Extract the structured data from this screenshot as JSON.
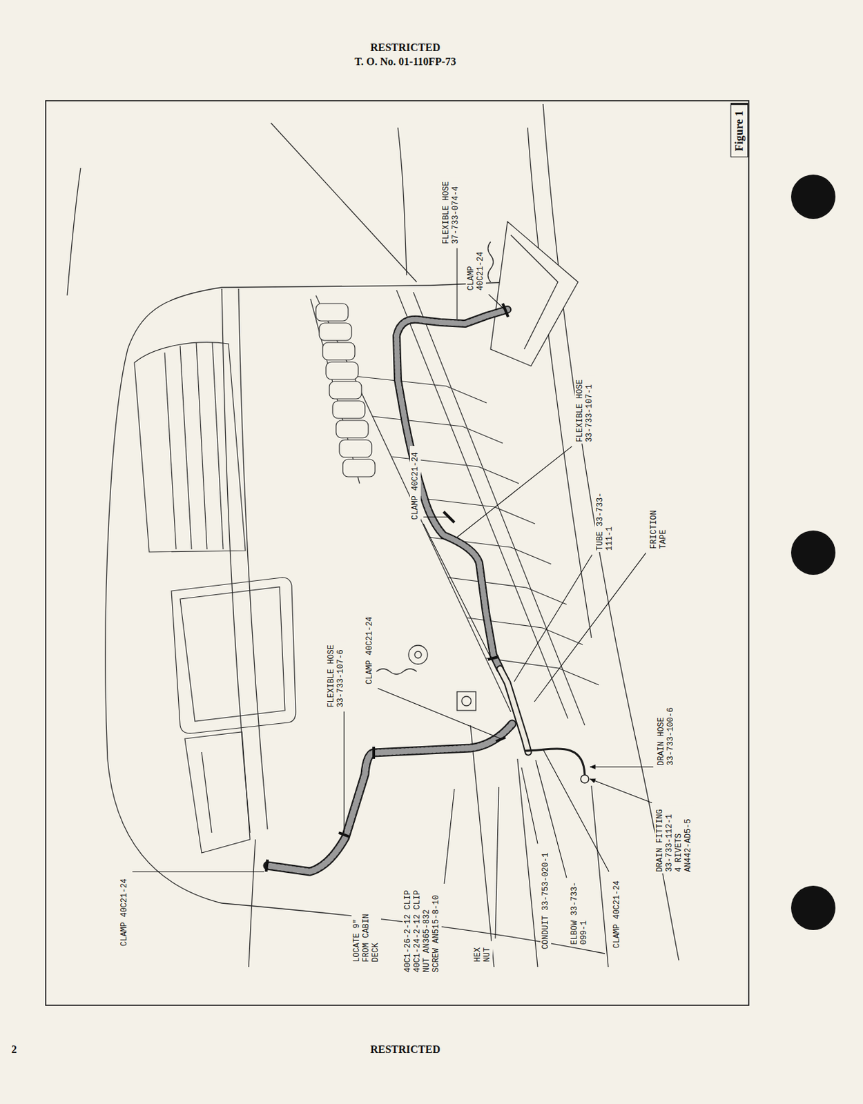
{
  "diagram": {
    "nodes": [
      {
        "text": [
          "Figure 1"
        ]
      }
    ],
    "labels": [
      "RESTRICTED",
      "T. O. No. 01-110FP-73",
      "FLEXIBLE HOSE 37-733-074-4",
      "CLAMP 40C21-24",
      "FLEXIBLE HOSE 33-733-107-1",
      "CLAMP 40C21-24",
      "TUBE 33-733-111-1",
      "FRICTION TAPE",
      "CLAMP 40C21-24",
      "FLEXIBLE HOSE 33-733-107-6",
      "DRAIN HOSE 33-733-100-6",
      "DRAIN FITTING 33-733-112-1 4 RIVETS AN442-AD5-5",
      "CLAMP 40C21-24",
      "LOCATE 9\" FROM CABIN DECK",
      "40C1-26-2-12 CLIP 40C1-24-2-12 CLIP NUT AN365-832 SCREW AN515-8-10",
      "HEX NUT",
      "CONDUIT 33-753-020-1",
      "ELBOW 33-733-099-1",
      "CLAMP 40C21-24",
      "2",
      "RESTRICTED"
    ]
  }
}
